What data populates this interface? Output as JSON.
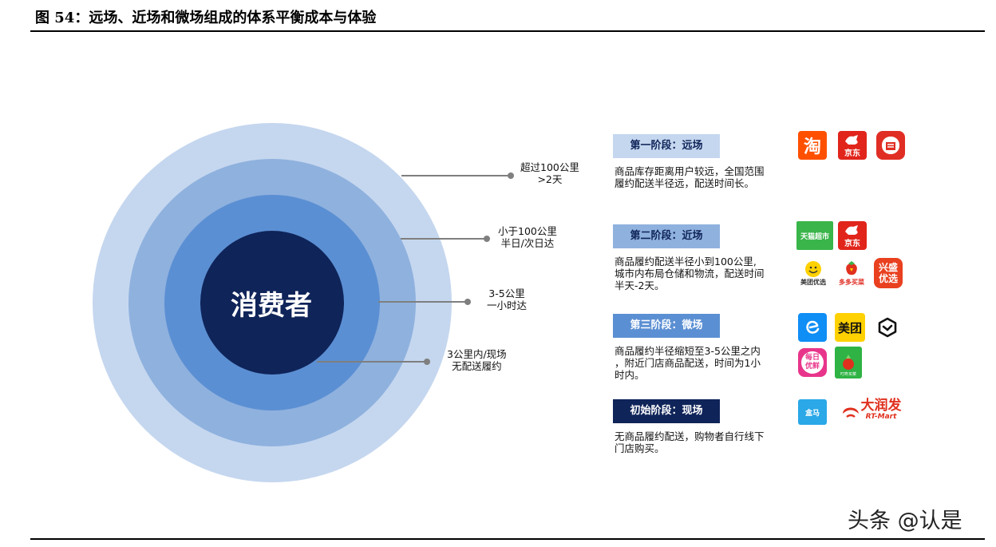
{
  "figure_title": "图 54：远场、近场和微场组成的体系平衡成本与体验",
  "center_label": "消费者",
  "rings": [
    {
      "line1": "超过100公里",
      "line2": ">2天"
    },
    {
      "line1": "小于100公里",
      "line2": "半日/次日达"
    },
    {
      "line1": "3-5公里",
      "line2": "一小时达"
    },
    {
      "line1": "3公里内/现场",
      "line2": "无配送履约"
    }
  ],
  "stages": [
    {
      "label": "第一阶段：远场",
      "desc": [
        "商品库存距离用户较远，全国范围",
        "履约配送半径远，配送时间长。"
      ]
    },
    {
      "label": "第二阶段：近场",
      "desc": [
        "商品履约配送半径小到100公里,",
        "城市内布局仓储和物流，配送时间",
        "半天-2天。"
      ]
    },
    {
      "label": "第三阶段：微场",
      "desc": [
        "商品履约半径缩短至3-5公里之内",
        "，附近门店商品配送，时间为1小",
        "时内。"
      ]
    },
    {
      "label": "初始阶段：现场",
      "desc": [
        "无商品履约配送，购物者自行线下",
        "门店购买。"
      ]
    }
  ],
  "logos": {
    "taobao": "淘",
    "jd": "京东",
    "tmall_super": "天猫超市",
    "meituan_youxuan": "美团优选",
    "duoduo": "多多买菜",
    "xingsheng_1": "兴盛",
    "xingsheng_2": "优选",
    "meituan": "美团",
    "meiri_1": "每日",
    "meiri_2": "优鲜",
    "dingdong": "叮咚买菜",
    "hema": "盒马",
    "rtmart_cn": "大润发",
    "rtmart_en": "RT-Mart"
  },
  "watermark": "头条 @认是",
  "colors": {
    "ring_outer": "#c5d7ef",
    "ring_2": "#8fb1de",
    "ring_3": "#5b8fd3",
    "ring_core": "#0f2459",
    "stage_light": "#c5d7ef",
    "stage_mid": "#5b8fd3",
    "stage_dark": "#0f2459"
  }
}
